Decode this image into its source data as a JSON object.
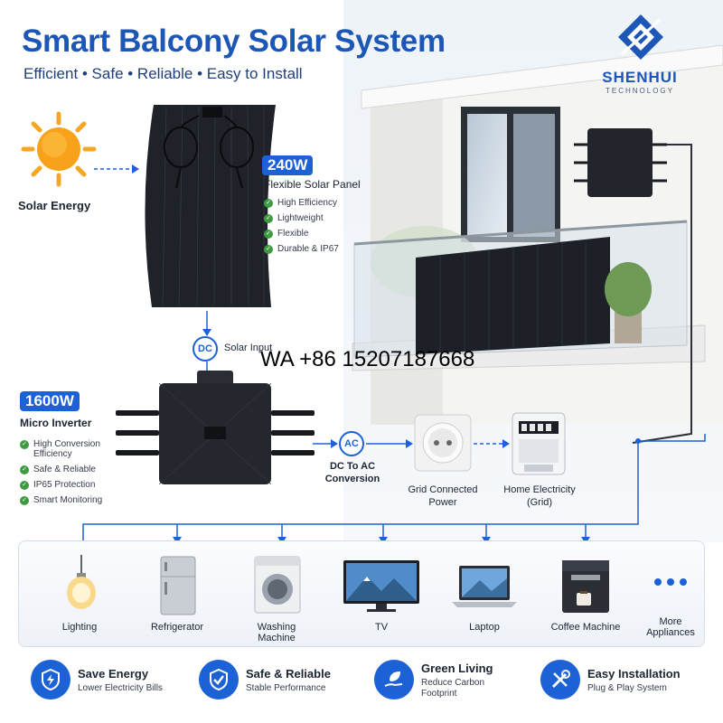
{
  "header": {
    "title": "Smart Balcony Solar System",
    "subtitle": "Efficient • Safe • Reliable • Easy to Install"
  },
  "brand": {
    "name": "SHENHUI",
    "tagline": "TECHNOLOGY",
    "color": "#1c57b7"
  },
  "sun": {
    "label": "Solar Energy"
  },
  "panel": {
    "power": "240W",
    "name": "Flexible Solar Panel",
    "features": [
      "High Efficiency",
      "Lightweight",
      "Flexible",
      "Durable & IP67"
    ]
  },
  "dc": {
    "badge": "DC",
    "label": "Solar Input"
  },
  "inverter": {
    "power": "1600W",
    "name": "Micro Inverter",
    "features": [
      "High Conversion",
      "Efficiency",
      "Safe & Reliable",
      "IP65 Protection",
      "Smart Monitoring"
    ]
  },
  "ac": {
    "badge": "AC",
    "label_line1": "DC To AC",
    "label_line2": "Conversion"
  },
  "grid": {
    "line1": "Grid Connected",
    "line2": "Power"
  },
  "meter": {
    "line1": "Home Electricity",
    "line2": "(Grid)"
  },
  "watermark": "WA +86 15207187668",
  "appliances": [
    {
      "line1": "Lighting",
      "line2": ""
    },
    {
      "line1": "Refrigerator",
      "line2": ""
    },
    {
      "line1": "Washing",
      "line2": "Machine"
    },
    {
      "line1": "TV",
      "line2": ""
    },
    {
      "line1": "Laptop",
      "line2": ""
    },
    {
      "line1": "Coffee Machine",
      "line2": ""
    },
    {
      "line1": "More",
      "line2": "Appliances"
    }
  ],
  "benefits": [
    {
      "title": "Save Energy",
      "sub1": "Lower Electricity Bills",
      "sub2": "",
      "icon": "shield-energy-icon"
    },
    {
      "title": "Safe & Reliable",
      "sub1": "Stable Performance",
      "sub2": "",
      "icon": "shield-check-icon"
    },
    {
      "title": "Green Living",
      "sub1": "Reduce Carbon",
      "sub2": "Footprint",
      "icon": "leaf-hand-icon"
    },
    {
      "title": "Easy Installation",
      "sub1": "Plug & Play System",
      "sub2": "",
      "icon": "tools-icon"
    }
  ],
  "colors": {
    "accent": "#1c62d6",
    "check": "#3d9a3f"
  }
}
